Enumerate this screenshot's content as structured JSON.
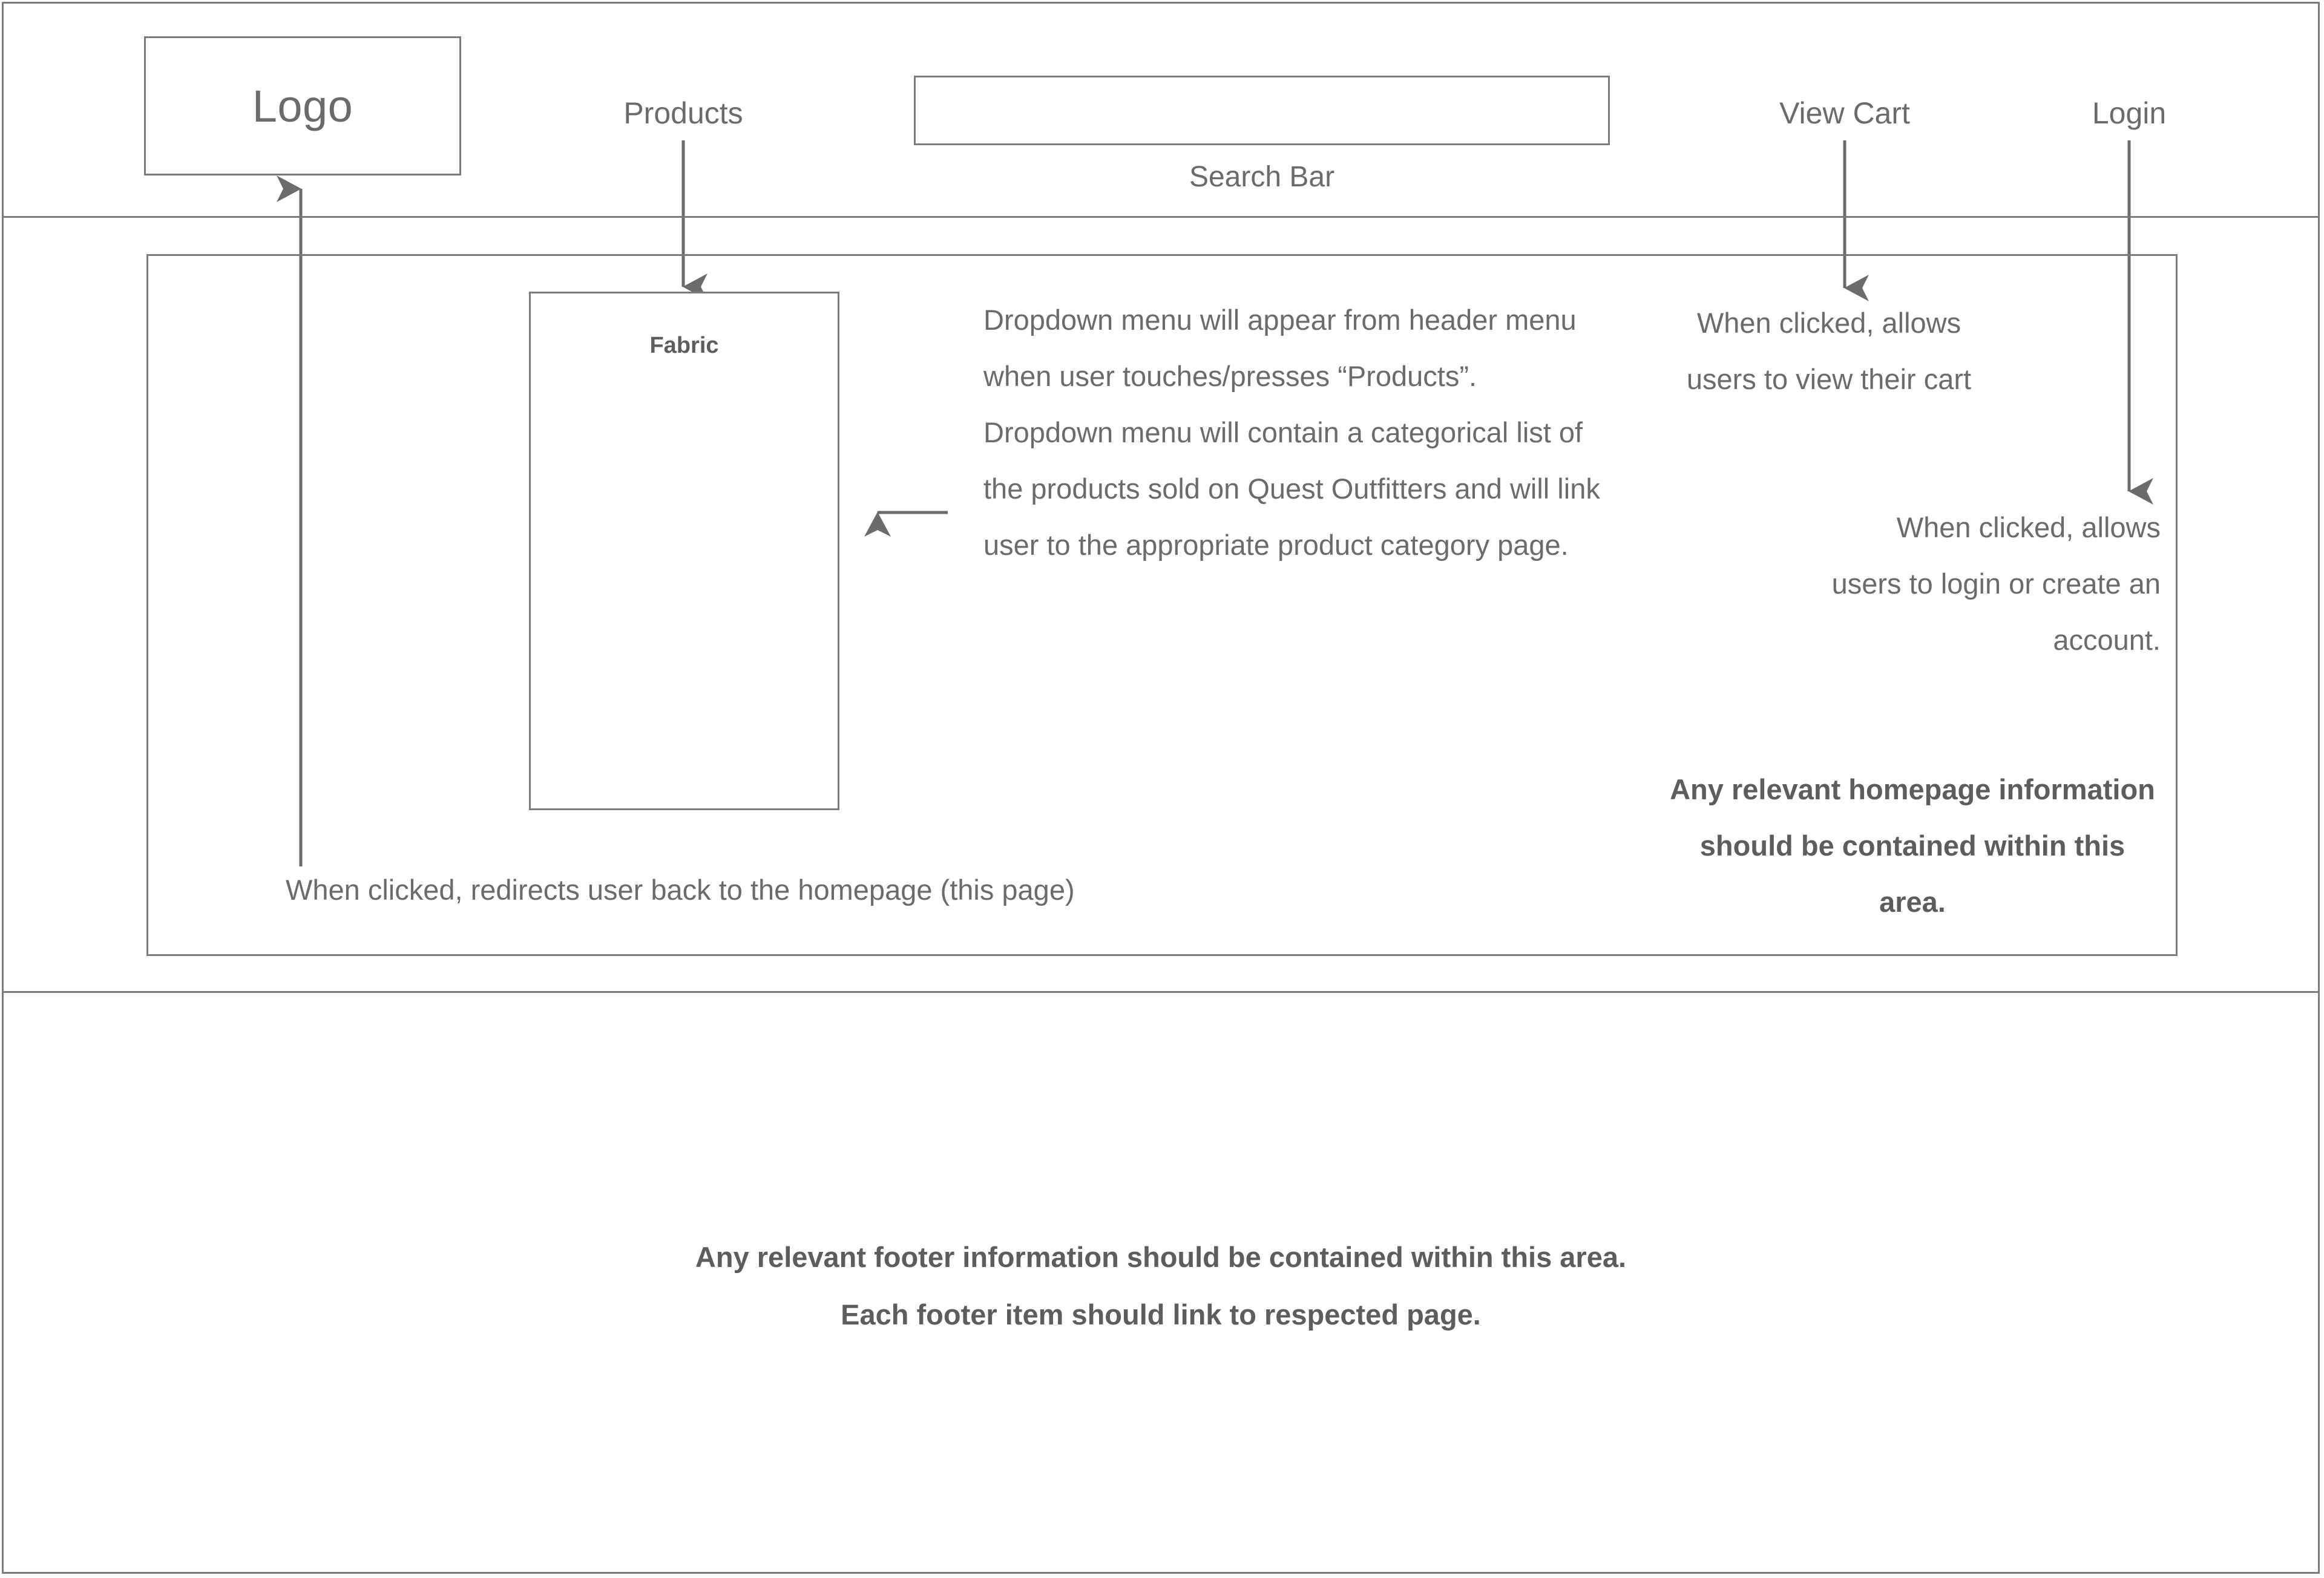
{
  "header": {
    "logo_label": "Logo",
    "nav": {
      "products": "Products",
      "view_cart": "View Cart",
      "login": "Login"
    },
    "search": {
      "value": "",
      "caption": "Search Bar"
    }
  },
  "main": {
    "fabric_box_label": "Fabric",
    "annotations": {
      "dropdown": "Dropdown menu will appear from header menu when user touches/presses “Products”. Dropdown menu will contain a categorical list of the products sold on Quest Outfitters and will link user to the appropriate product category page.",
      "view_cart": "When clicked, allows users to view their cart",
      "login": "When clicked, allows users to login or create an account.",
      "homepage_area": "Any relevant homepage information should be contained within this area.",
      "logo_redirect": "When clicked, redirects user back to the homepage (this page)"
    }
  },
  "footer": {
    "note_line_1": "Any relevant footer information should be contained within this area.",
    "note_line_2": "Each footer item should link to respected page."
  },
  "style": {
    "stroke_color": "#7b7b7b",
    "text_color": "#6b6b6b",
    "bold_text_color": "#5d5d5d",
    "background": "#ffffff"
  }
}
